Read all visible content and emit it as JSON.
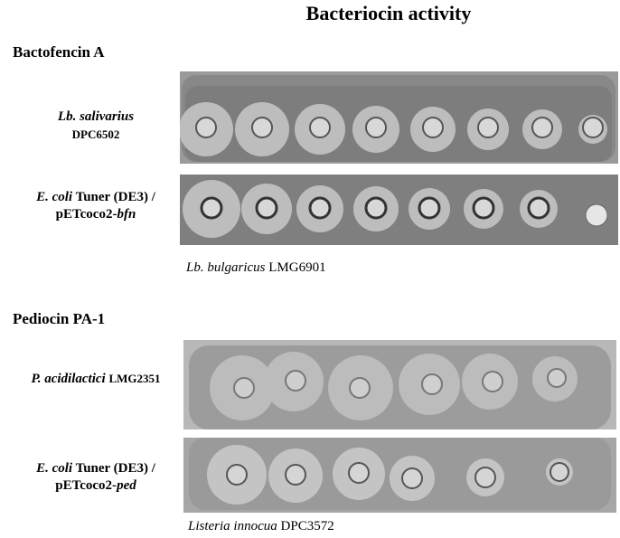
{
  "title": "Bacteriocin activity",
  "sections": [
    {
      "name": "Bactofencin A",
      "rows": [
        {
          "species": "Lb. salivarius",
          "strain": "DPC6502"
        },
        {
          "species": "E. coli",
          "species_rest": "Tuner (DE3) /",
          "plasmid": "pETcoco2-",
          "gene": "bfn"
        }
      ],
      "indicator": {
        "species": "Lb. bulgaricus",
        "strain": "LMG6901"
      }
    },
    {
      "name": "Pediocin PA-1",
      "rows": [
        {
          "species": "P. acidilactici",
          "strain": "LMG2351"
        },
        {
          "species": "E. coli",
          "species_rest": "Tuner (DE3) /",
          "plasmid": "pETcoco2-",
          "gene": "ped"
        }
      ],
      "indicator": {
        "species": "Listeria innocua",
        "strain": "DPC3572"
      }
    }
  ]
}
